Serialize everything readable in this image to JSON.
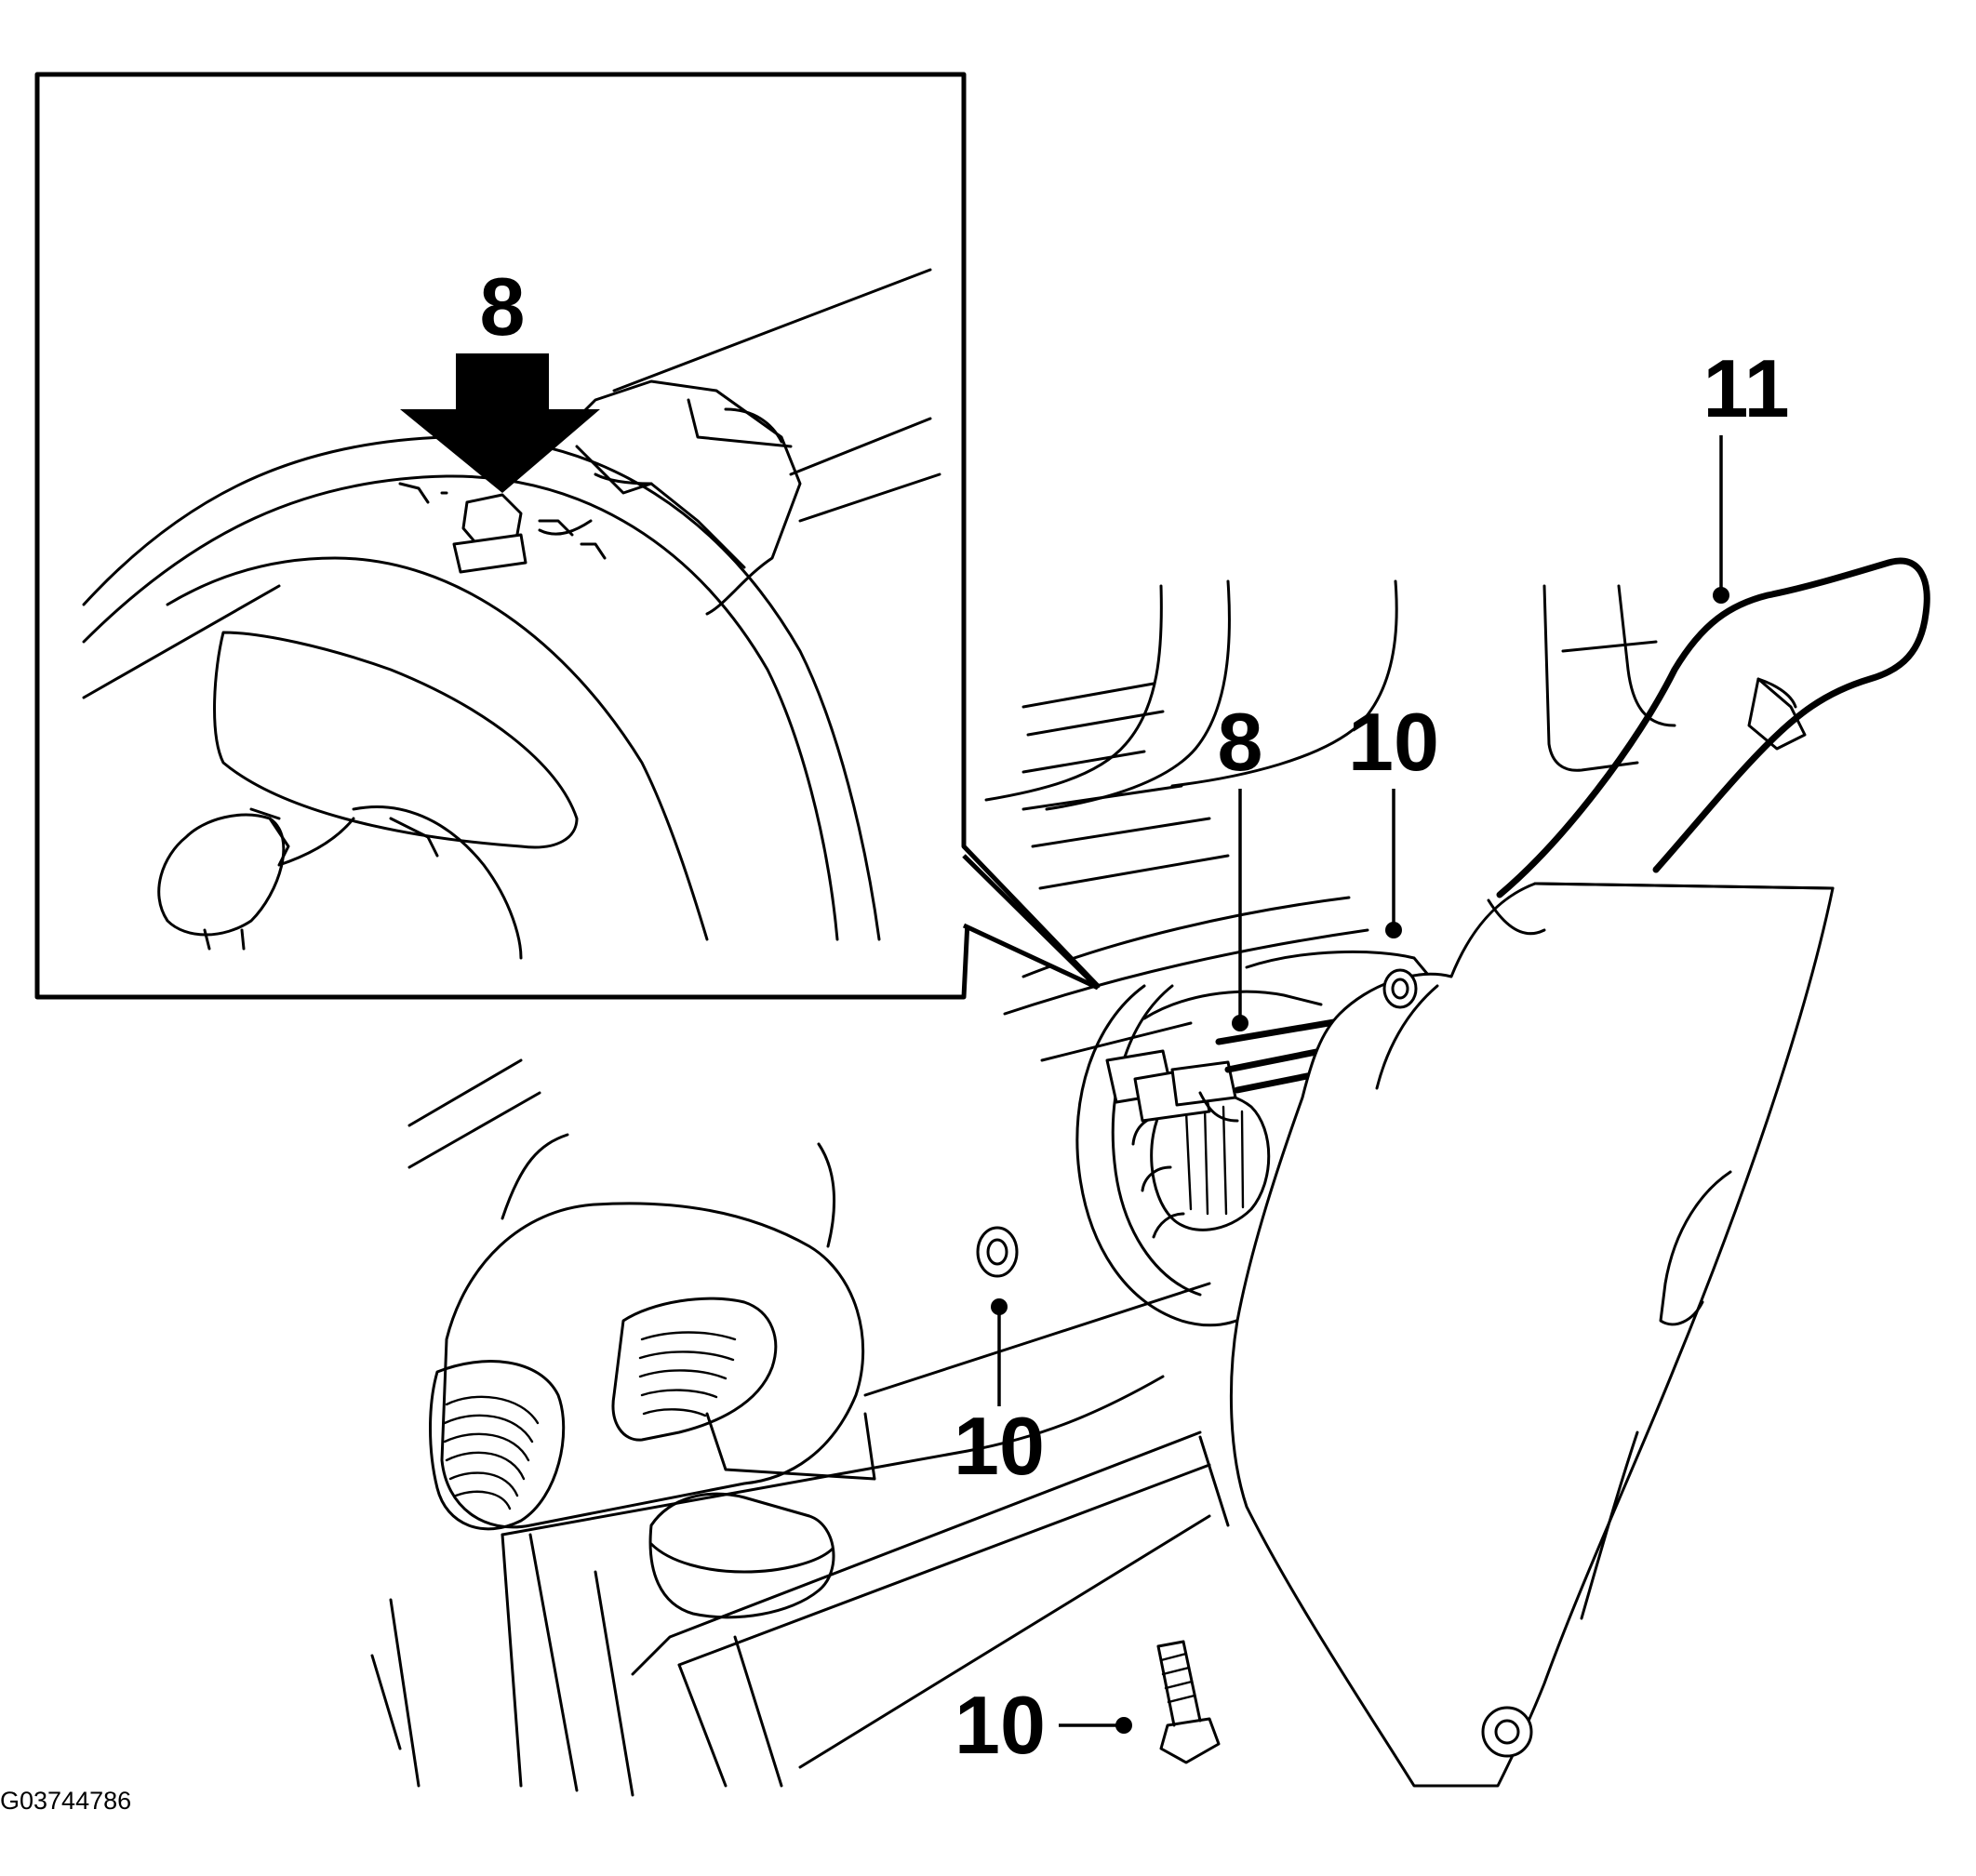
{
  "diagram": {
    "figure_id": "G03744786",
    "callouts": {
      "inset_8": "8",
      "main_8": "8",
      "upper_10": "10",
      "middle_10": "10",
      "lower_10": "10",
      "part_11": "11"
    }
  }
}
